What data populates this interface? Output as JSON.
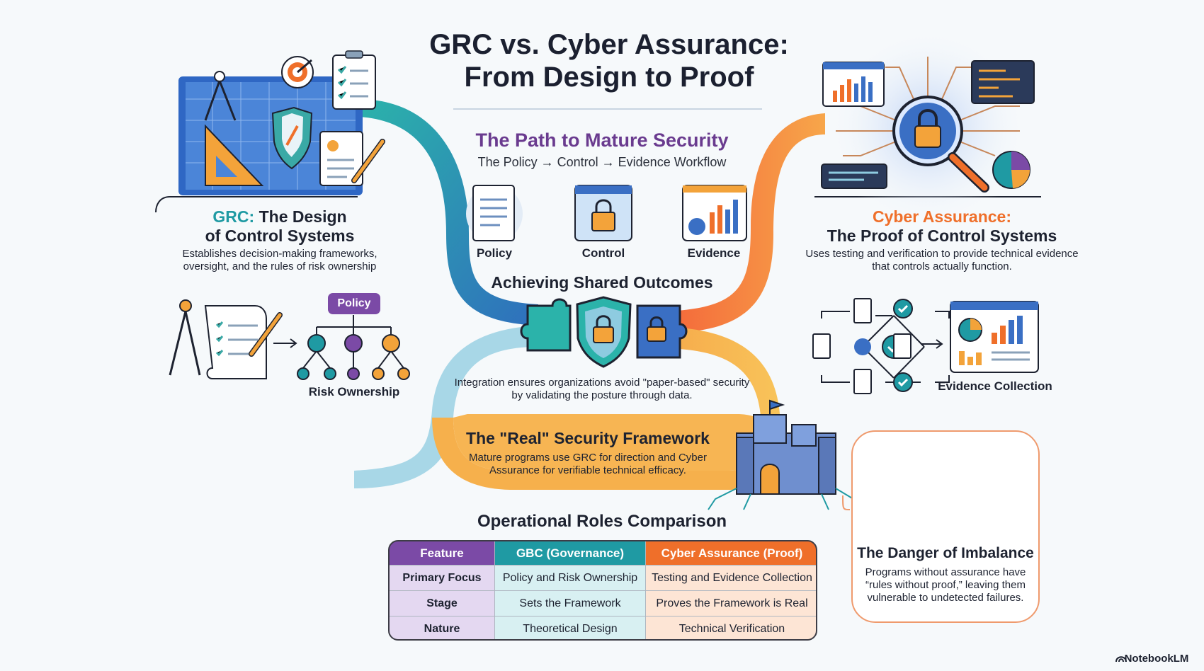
{
  "title": {
    "line1": "GRC vs. Cyber Assurance:",
    "line2": "From Design to Proof"
  },
  "path": {
    "heading": "The Path to Mature Security",
    "subtitle": "The Policy → Control → Evidence Workflow",
    "steps": [
      {
        "label": "Policy",
        "icon": "document-icon"
      },
      {
        "label": "Control",
        "icon": "padlock-window-icon"
      },
      {
        "label": "Evidence",
        "icon": "bar-chart-window-icon"
      }
    ]
  },
  "shared": {
    "heading": "Achieving Shared Outcomes",
    "text": "Integration ensures organizations avoid \"paper-based\" security by validating the posture through data."
  },
  "real_framework": {
    "heading": "The \"Real\" Security Framework",
    "text": "Mature programs use GRC for direction and Cyber Assurance for verifiable technical efficacy."
  },
  "grc": {
    "accent": "GRC:",
    "heading_rest": " The Design",
    "heading_line2": "of Control Systems",
    "text": "Establishes decision-making frameworks, oversight, and the rules of risk ownership",
    "policy_chip": "Policy",
    "risk_label": "Risk Ownership"
  },
  "cyber": {
    "accent": "Cyber Assurance:",
    "heading_line2": "The Proof of Control Systems",
    "text": "Uses testing and verification to provide technical evidence that controls actually function.",
    "evidence_label": "Evidence Collection"
  },
  "danger": {
    "heading": "The Danger of Imbalance",
    "text": "Programs without assurance have “rules without proof,” leaving them vulnerable to undetected failures."
  },
  "comparison": {
    "heading": "Operational Roles Comparison",
    "headers": [
      "Feature",
      "GBC (Governance)",
      "Cyber Assurance (Proof)"
    ],
    "rows": [
      [
        "Primary Focus",
        "Policy and Risk Ownership",
        "Testing and Evidence Collection"
      ],
      [
        "Stage",
        "Sets the Framework",
        "Proves the Framework is Real"
      ],
      [
        "Nature",
        "Theoretical Design",
        "Technical Verification"
      ]
    ]
  },
  "brand": "NotebookLM",
  "colors": {
    "teal": "#1f9aa3",
    "orange": "#ef6f2a",
    "purple": "#7b4aa6",
    "navy": "#2c4d8a",
    "blue": "#3a6fc4"
  }
}
